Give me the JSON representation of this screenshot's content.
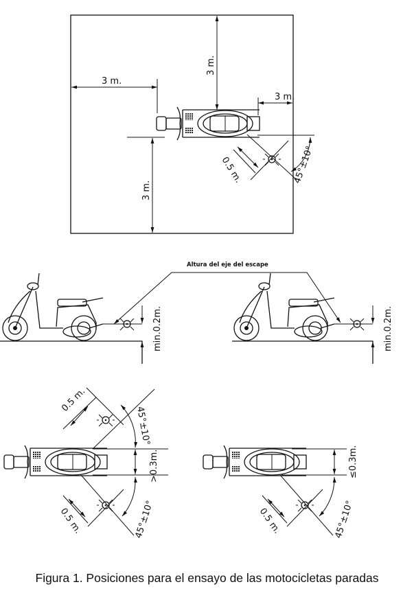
{
  "figure": {
    "caption": "Figura 1. Posiciones para el ensayo de las motocicletas paradas",
    "top_view": {
      "dim_left": "3 m.",
      "dim_top": "3 m.",
      "dim_right": "3 m.",
      "dim_bottom": "3 m.",
      "dim_mic_distance": "0.5 m.",
      "angle": "45°±10°"
    },
    "side_view": {
      "label": "Altura del eje del escape",
      "left_height": "min.0.2m.",
      "right_height": "min.0.2m."
    },
    "dual_exhaust_view": {
      "upper_distance": "0.5 m.",
      "upper_angle": "45°±10°",
      "separation": ">0.3m.",
      "lower_angle": "45°±10°",
      "lower_distance": "0.5 m."
    },
    "close_exhaust_view": {
      "separation": "≤0.3m.",
      "angle": "45°±10°",
      "distance": "0.5 m."
    }
  }
}
